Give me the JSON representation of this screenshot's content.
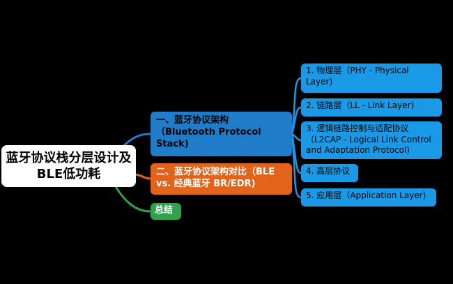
{
  "root": {
    "title": "蓝牙协议栈分层设计及BLE低功耗"
  },
  "branches": [
    {
      "label": "一、蓝牙协议架构（Bluetooth Protocol Stack)",
      "color": "#1e7cc8"
    },
    {
      "label": "二、蓝牙协议架构对比（BLE vs. 经典蓝牙 BR/EDR)",
      "color": "#e2631a"
    },
    {
      "label": "总结",
      "color": "#2fa34a"
    }
  ],
  "leaves": [
    {
      "label": "1. 物理层（PHY - Physical Layer)"
    },
    {
      "label": "2. 链路层（LL - Link Layer)"
    },
    {
      "label": "3. 逻辑链路控制与适配协议（L2CAP - Logical Link Control and Adaptation Protocol)"
    },
    {
      "label": "4. 高层协议"
    },
    {
      "label": "5. 应用层（Application Layer)"
    }
  ],
  "colors": {
    "background": "#000000",
    "leaf": "#1a9ae6"
  }
}
